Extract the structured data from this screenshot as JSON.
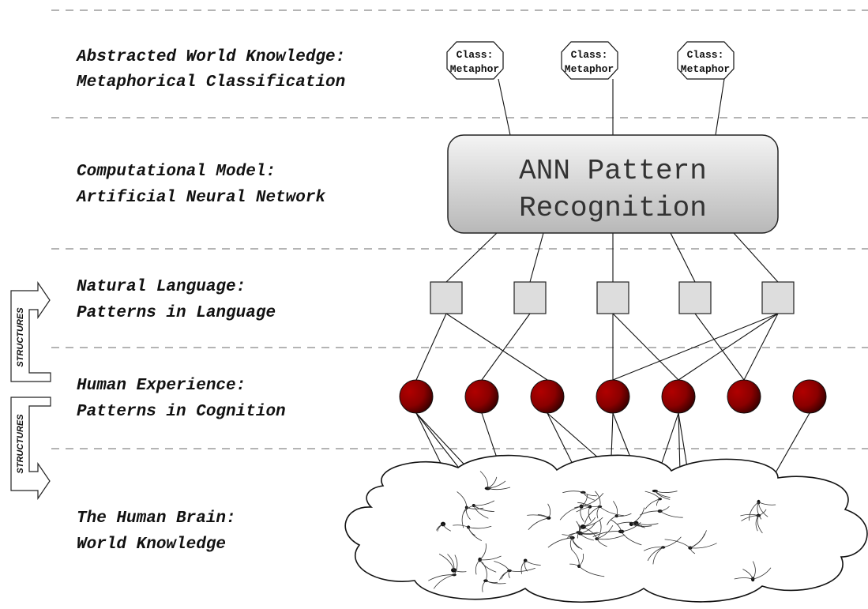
{
  "layers": [
    {
      "line1": "Abstracted World Knowledge:",
      "line2": "Metaphorical Classification"
    },
    {
      "line1": "Computational Model:",
      "line2": "Artificial Neural Network"
    },
    {
      "line1": "Natural Language:",
      "line2": "Patterns in Language"
    },
    {
      "line1": "Human Experience:",
      "line2": "Patterns in Cognition"
    },
    {
      "line1": "The Human Brain:",
      "line2": "World Knowledge"
    }
  ],
  "class_nodes": [
    {
      "line1": "Class:",
      "line2": "Metaphor"
    },
    {
      "line1": "Class:",
      "line2": "Metaphor"
    },
    {
      "line1": "Class:",
      "line2": "Metaphor"
    }
  ],
  "ann_box": {
    "line1": "ANN Pattern",
    "line2": "Recognition"
  },
  "arrows": {
    "top": "STRUCTURES",
    "bottom": "STRUCTURES"
  },
  "colors": {
    "node_red": "#b00000",
    "node_dark": "#2a0000",
    "square_fill": "#dddddd",
    "box_light": "#f4f4f4",
    "box_dark": "#b8b8b8"
  },
  "graph": {
    "class_to_ann": [
      0,
      1,
      2
    ],
    "square_to_ann": [
      0,
      1,
      2,
      3,
      4
    ],
    "square_to_circle": [
      [
        0,
        0
      ],
      [
        0,
        2
      ],
      [
        1,
        1
      ],
      [
        2,
        3
      ],
      [
        2,
        4
      ],
      [
        3,
        5
      ],
      [
        4,
        3
      ],
      [
        4,
        4
      ],
      [
        4,
        5
      ]
    ],
    "circle_to_brain": [
      [
        0,
        1
      ],
      [
        0,
        2
      ],
      [
        0,
        4
      ],
      [
        1,
        3
      ],
      [
        2,
        5
      ],
      [
        2,
        6
      ],
      [
        3,
        7
      ],
      [
        3,
        9
      ],
      [
        4,
        8
      ],
      [
        4,
        10
      ],
      [
        4,
        11
      ],
      [
        6,
        12
      ]
    ]
  }
}
